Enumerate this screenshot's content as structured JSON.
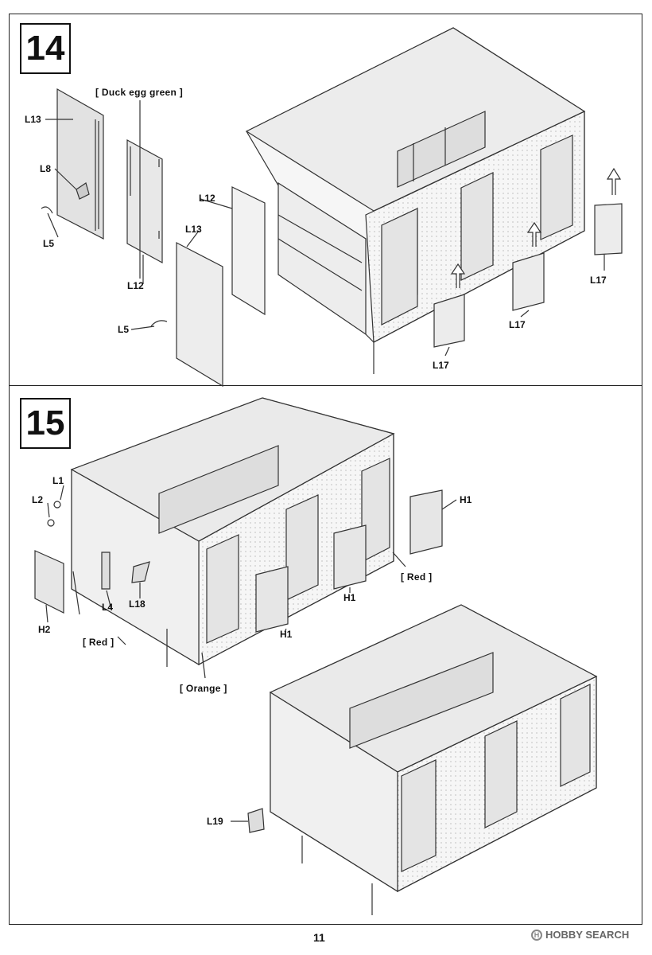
{
  "steps": [
    {
      "number": "14",
      "labels": {
        "l13_top": "L13",
        "l8": "L8",
        "l5_top": "L5",
        "l12_door": "L12",
        "l12_mid": "L12",
        "l13_mid": "L13",
        "l5_mid": "L5",
        "l17_a": "L17",
        "l17_b": "L17",
        "l17_c": "L17"
      },
      "notes": {
        "color_duck_egg": "[ Duck egg green ]"
      }
    },
    {
      "number": "15",
      "labels": {
        "l1": "L1",
        "l2": "L2",
        "h2": "H2",
        "l4": "L4",
        "l18": "L18",
        "h1_a": "H1",
        "h1_b": "H1",
        "h1_c": "H1",
        "l19": "L19"
      },
      "notes": {
        "color_red_right": "[ Red ]",
        "color_red_left": "[ Red ]",
        "color_orange": "[ Orange ]"
      }
    }
  ],
  "footer": {
    "page_number": "11",
    "watermark": "HOBBY SEARCH",
    "watermark_icon": "hobbysearch-logo-icon"
  }
}
